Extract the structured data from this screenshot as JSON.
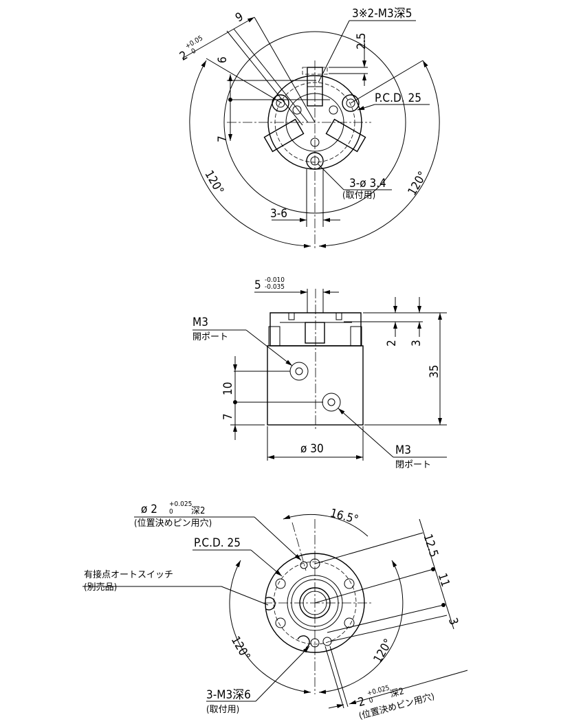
{
  "top_view": {
    "dim_9": "9",
    "dim_2_tol": "2",
    "dim_2_tol_upper": "+0.05",
    "dim_2_tol_lower": "0",
    "dim_6": "6",
    "dim_7": "7",
    "tapped": "3※2-M3深5",
    "dim_2_5": "2.5",
    "pcd": "P.C.D. 25",
    "holes": "3-ø 3.4",
    "holes_note": "(取付用)",
    "angle_left": "120°",
    "angle_right": "120°",
    "dim_3_6": "3-6"
  },
  "side_view": {
    "width_dim": "5",
    "width_tol_upper": "-0.010",
    "width_tol_lower": "-0.035",
    "port_open_label": "M3",
    "port_open_name": "開ポート",
    "port_close_label": "M3",
    "port_close_name": "閉ポート",
    "dim_2": "2",
    "dim_3": "3",
    "dim_35": "35",
    "dim_10": "10",
    "dim_7": "7",
    "diameter": "ø 30"
  },
  "bottom_view": {
    "pin_hole": "ø 2",
    "pin_tol_upper": "+0.025",
    "pin_tol_lower": "0",
    "pin_depth": "深2",
    "pin_note": "(位置決めピン用穴)",
    "pcd": "P.C.D. 25",
    "switch": "有接点オートスイッチ",
    "switch_note": "(別売品)",
    "angle_16_5": "16.5°",
    "dim_12_5": "12.5",
    "dim_11": "11",
    "dim_3": "3",
    "angle_left": "120°",
    "angle_right": "120°",
    "mount": "3-M3深6",
    "mount_note": "(取付用)",
    "pin2": "2",
    "pin2_tol_upper": "+0.025",
    "pin2_tol_lower": "0",
    "pin2_depth": "深2",
    "pin2_note": "(位置決めピン用穴)"
  }
}
